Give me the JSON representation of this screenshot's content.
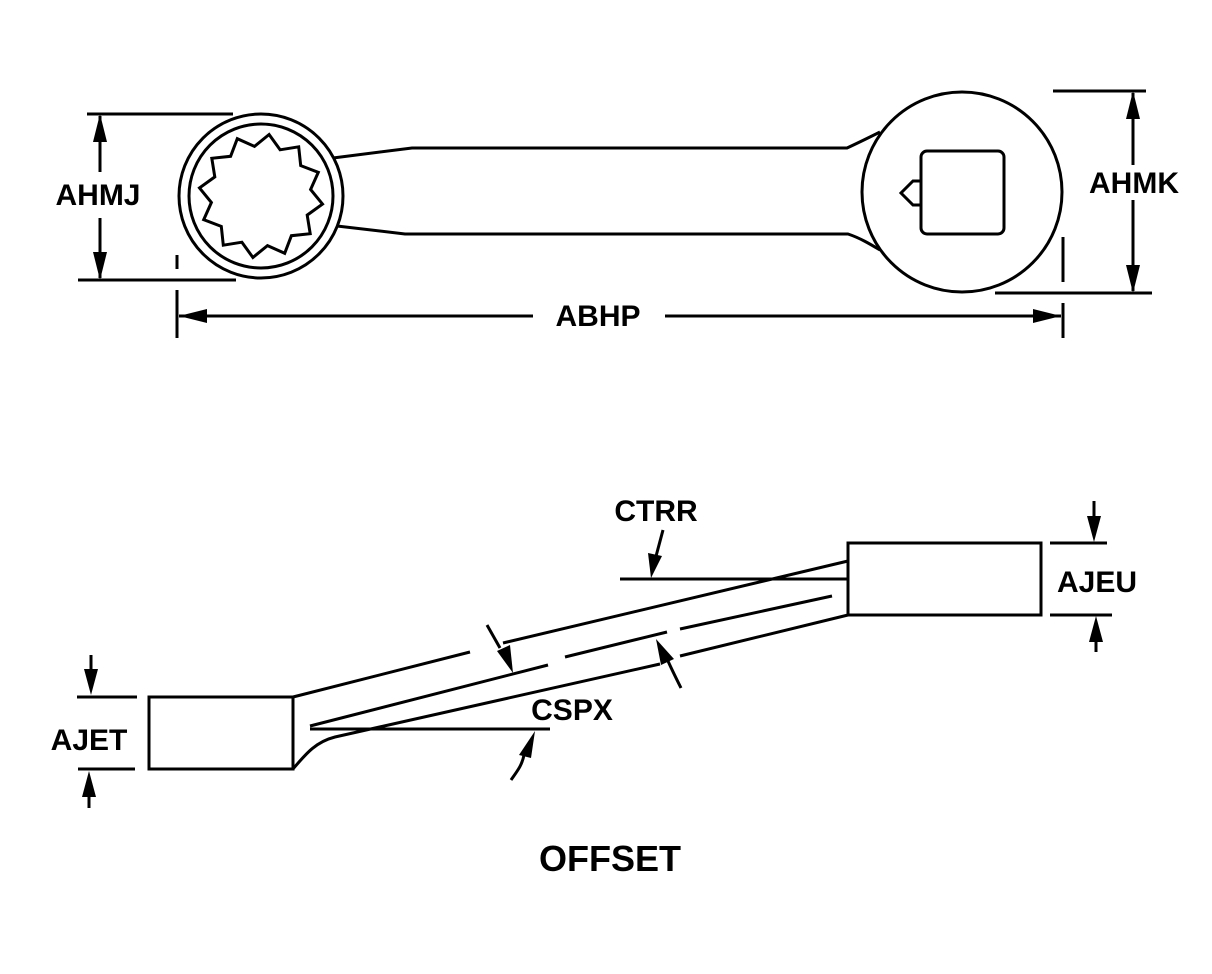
{
  "diagram": {
    "subject": "offset box-end socket wrench adapter",
    "colors": {
      "line": "#000000",
      "background": "#ffffff"
    },
    "top_view": {
      "labels": {
        "box_end_diameter": "AHMJ",
        "square_drive_end_diameter": "AHMK",
        "overall_length": "ABHP"
      }
    },
    "side_view": {
      "labels": {
        "offset_angle_upper": "CTRR",
        "offset_angle_lower": "CSPX",
        "square_end_thickness": "AJEU",
        "box_end_thickness": "AJET"
      },
      "caption": "OFFSET"
    }
  }
}
